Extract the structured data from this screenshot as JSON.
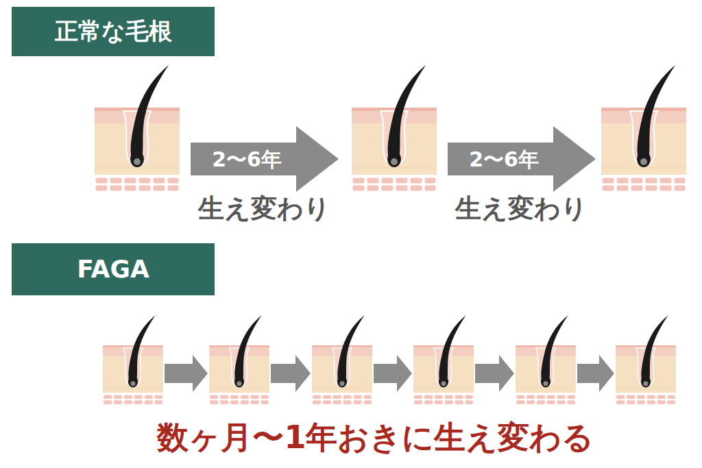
{
  "diagram": {
    "nodes": [
      {
        "text": [
          "正常な毛根"
        ]
      },
      {
        "text": [
          "2〜6年"
        ]
      },
      {
        "text": [
          "2〜6年"
        ]
      },
      {
        "text": [
          "FAGA"
        ]
      }
    ],
    "labels": [
      "生え変わり",
      "生え変わり",
      "数ヶ月〜1年おきに生え変わる"
    ]
  }
}
